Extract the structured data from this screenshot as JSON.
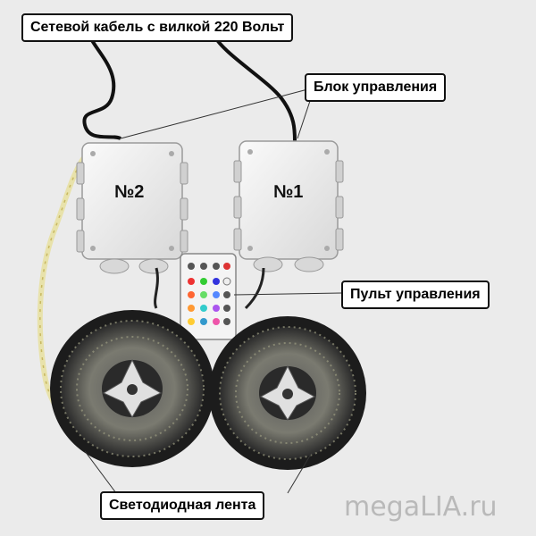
{
  "labels": {
    "power_cable": "Сетевой кабель с вилкой 220 Вольт",
    "control_unit": "Блок управления",
    "remote": "Пульт управления",
    "led_strip": "Светодиодная лента"
  },
  "boxes": {
    "box2": "№2",
    "box1": "№1"
  },
  "watermark": "megaLIA.ru",
  "colors": {
    "background": "#ebebeb",
    "callout_border": "#111111",
    "leader_line": "#333333",
    "watermark": "#b9b9b9"
  }
}
